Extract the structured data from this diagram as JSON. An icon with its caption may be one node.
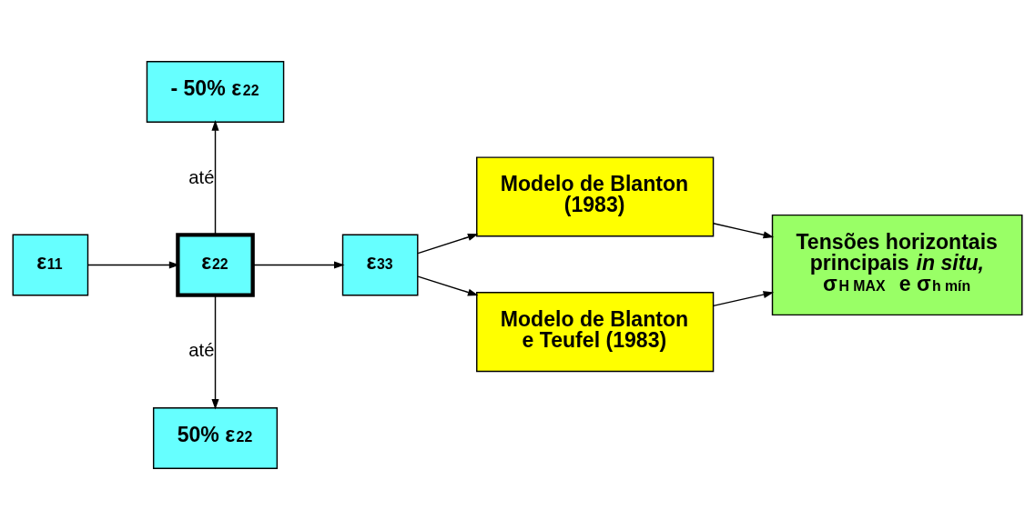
{
  "diagram": {
    "nodes": [
      {
        "text": [
          "ε$_{11}$"
        ]
      },
      {
        "text": [
          "ε$_{22}$"
        ]
      },
      {
        "text": [
          "- 50% ε$_{22}$"
        ]
      },
      {
        "text": [
          "50% ε$_{22}$"
        ]
      },
      {
        "text": [
          "ε$_{33}$"
        ]
      },
      {
        "text": [
          "Modelo de Blanton (1983)"
        ]
      },
      {
        "text": [
          "Modelo de Blanton e Teufel (1983)"
        ]
      },
      {
        "text": [
          "Tensões horizontais principais *in situ,* σ$_{H MAX}$ e σ$_{h mín}$"
        ]
      }
    ],
    "edges": [
      {
        "from": 0,
        "to": 1,
        "arrow": "to"
      },
      {
        "from": 1,
        "to": 2,
        "arrow": "to",
        "label": "até"
      },
      {
        "from": 1,
        "to": 3,
        "arrow": "to",
        "label": "até"
      },
      {
        "from": 1,
        "to": 4,
        "arrow": "to"
      },
      {
        "from": 4,
        "to": 5,
        "arrow": "to"
      },
      {
        "from": 4,
        "to": 6,
        "arrow": "to"
      },
      {
        "from": 5,
        "to": 7,
        "arrow": "to"
      },
      {
        "from": 6,
        "to": 7,
        "arrow": "to"
      }
    ]
  }
}
